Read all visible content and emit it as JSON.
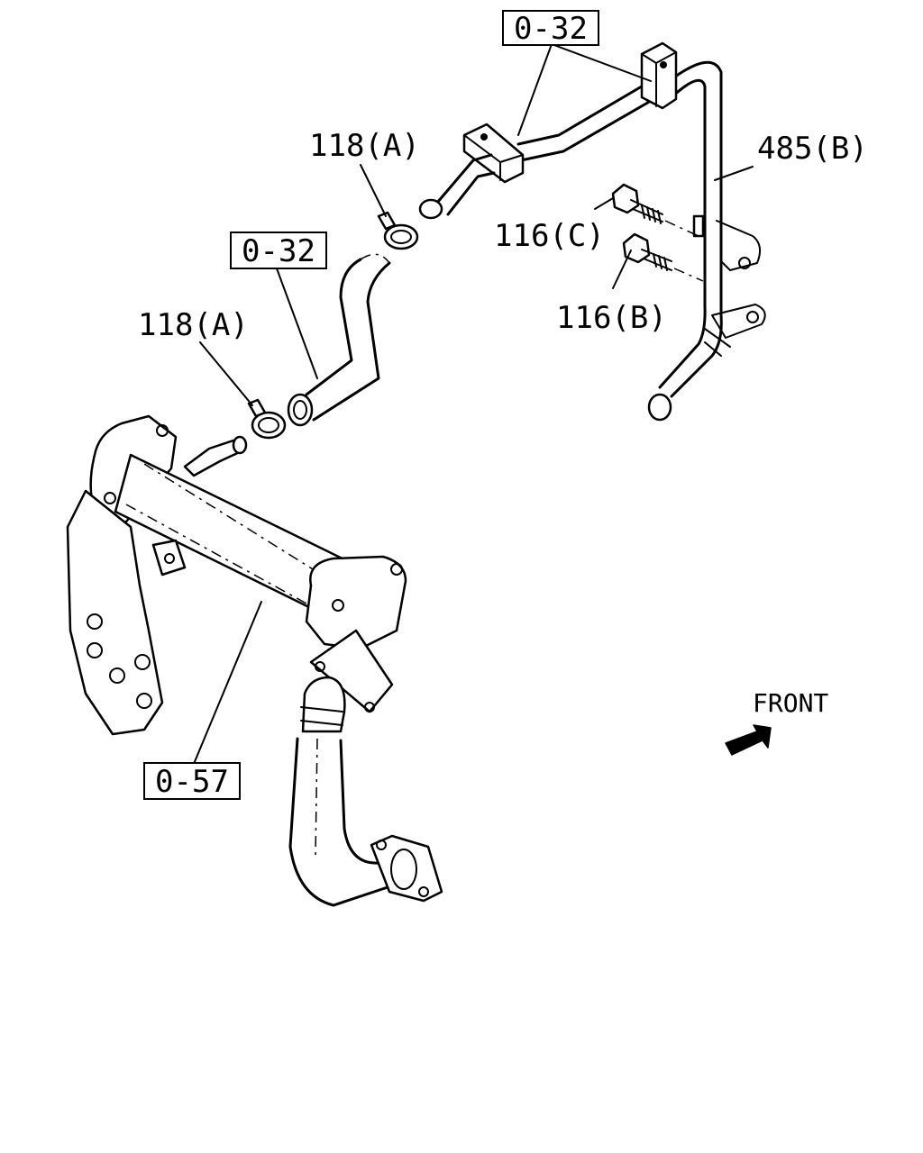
{
  "labels": {
    "ref_0_32_top": "0-32",
    "ref_0_32_mid": "0-32",
    "ref_0_57": "0-57",
    "part_118a_top": "118(A)",
    "part_118a_left": "118(A)",
    "part_485b": "485(B)",
    "part_116c": "116(C)",
    "part_116b": "116(B)",
    "front": "FRONT"
  },
  "icons": {
    "front_arrow": "front-arrow-icon"
  },
  "colors": {
    "line": "#000000",
    "background": "#ffffff"
  }
}
